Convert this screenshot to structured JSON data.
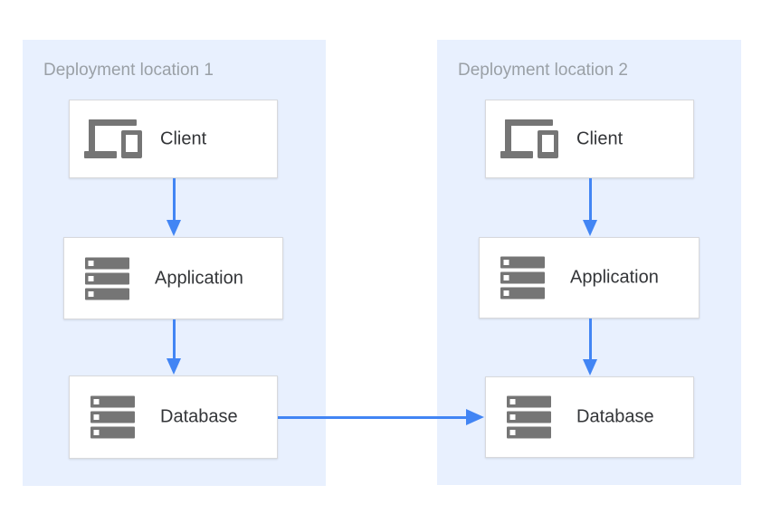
{
  "diagram": {
    "type": "architecture-diagram",
    "panels": [
      {
        "id": "deployment-location-1",
        "title": "Deployment location 1",
        "nodes": [
          {
            "id": "client-1",
            "label": "Client",
            "icon": "devices-icon"
          },
          {
            "id": "application-1",
            "label": "Application",
            "icon": "server-stack-icon"
          },
          {
            "id": "database-1",
            "label": "Database",
            "icon": "server-stack-icon"
          }
        ]
      },
      {
        "id": "deployment-location-2",
        "title": "Deployment location 2",
        "nodes": [
          {
            "id": "client-2",
            "label": "Client",
            "icon": "devices-icon"
          },
          {
            "id": "application-2",
            "label": "Application",
            "icon": "server-stack-icon"
          },
          {
            "id": "database-2",
            "label": "Database",
            "icon": "server-stack-icon"
          }
        ]
      }
    ],
    "edges": [
      {
        "from": "client-1",
        "to": "application-1",
        "direction": "down"
      },
      {
        "from": "application-1",
        "to": "database-1",
        "direction": "down"
      },
      {
        "from": "client-2",
        "to": "application-2",
        "direction": "down"
      },
      {
        "from": "application-2",
        "to": "database-2",
        "direction": "down"
      },
      {
        "from": "database-1",
        "to": "database-2",
        "direction": "right"
      }
    ],
    "colors": {
      "panel_background": "#e8f0fe",
      "arrow": "#4285f4",
      "icon": "#757575",
      "node_background": "#ffffff",
      "node_border": "#d8d9dc",
      "title_text": "#9aa0a6",
      "node_text": "#333538"
    }
  }
}
